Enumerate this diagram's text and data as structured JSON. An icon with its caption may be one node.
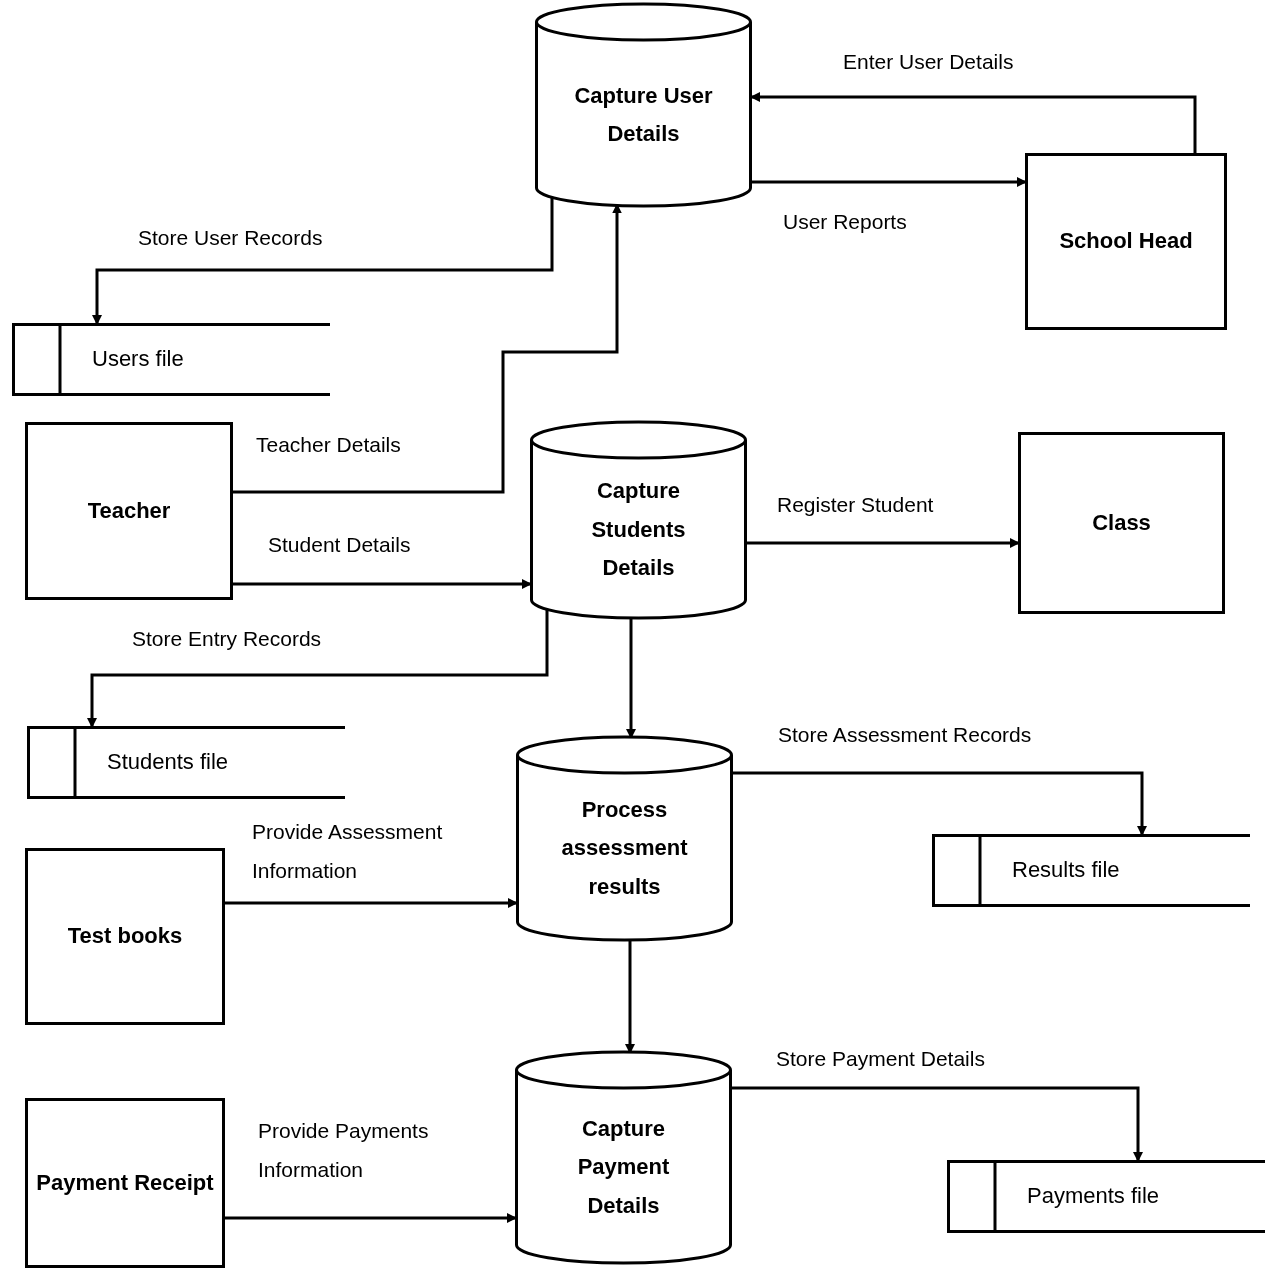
{
  "diagram": {
    "nodes": [
      {
        "text": [
          "Capture User Details"
        ]
      },
      {
        "text": [
          "School Head"
        ]
      },
      {
        "text": [
          "Users file"
        ]
      },
      {
        "text": [
          "Teacher"
        ]
      },
      {
        "text": [
          "Capture Students Details"
        ]
      },
      {
        "text": [
          "Class"
        ]
      },
      {
        "text": [
          "Students file"
        ]
      },
      {
        "text": [
          "Process assessment results"
        ]
      },
      {
        "text": [
          "Results file"
        ]
      },
      {
        "text": [
          "Test books"
        ]
      },
      {
        "text": [
          "Capture Payment Details"
        ]
      },
      {
        "text": [
          "Payments file"
        ]
      },
      {
        "text": [
          "Payment Receipt"
        ]
      }
    ],
    "edges": [
      {
        "from": 1,
        "to": 0,
        "arrow": "to",
        "label": "Enter User Details"
      },
      {
        "from": 0,
        "to": 1,
        "arrow": "to",
        "label": "User Reports"
      },
      {
        "from": 0,
        "to": 2,
        "arrow": "to",
        "label": "Store User Records"
      },
      {
        "from": 3,
        "to": 0,
        "arrow": "to",
        "label": "Teacher Details"
      },
      {
        "from": 3,
        "to": 4,
        "arrow": "to",
        "label": "Student Details"
      },
      {
        "from": 4,
        "to": 5,
        "arrow": "to",
        "label": "Register Student"
      },
      {
        "from": 4,
        "to": 6,
        "arrow": "to",
        "label": "Store Entry Records"
      },
      {
        "from": 4,
        "to": 7,
        "arrow": "to"
      },
      {
        "from": 7,
        "to": 8,
        "arrow": "to",
        "label": "Store Assessment Records"
      },
      {
        "from": 9,
        "to": 7,
        "arrow": "to",
        "label": "Provide Assessment Information"
      },
      {
        "from": 7,
        "to": 10,
        "arrow": "to"
      },
      {
        "from": 10,
        "to": 11,
        "arrow": "to",
        "label": "Store Payment Details"
      },
      {
        "from": 12,
        "to": 10,
        "arrow": "to",
        "label": "Provide Payments Information"
      }
    ]
  }
}
